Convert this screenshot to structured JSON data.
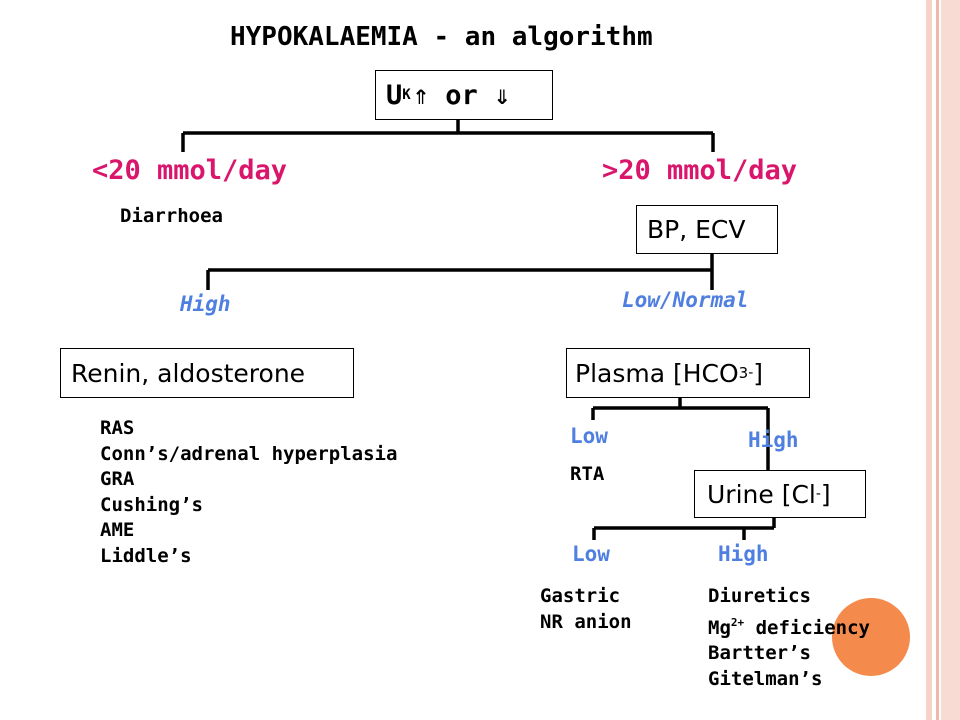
{
  "title": "HYPOKALAEMIA - an algorithm",
  "root": {
    "prefix": "U",
    "subscript": "K",
    "mid": " ⇑ or ⇓"
  },
  "branches": {
    "left": "<20 mmol/day",
    "right": ">20 mmol/day"
  },
  "diarrhoea": "Diarrhoea",
  "bp_box": "BP, ECV",
  "labels": {
    "high": "High",
    "low_normal": "Low/Normal",
    "hco3_low": "Low",
    "hco3_high": "High",
    "cl_low": "Low",
    "cl_high": "High"
  },
  "renin_box": "Renin, aldosterone",
  "plasma_box": {
    "prefix": "Plasma [HCO",
    "sub": "3",
    "sup": "-",
    "suffix": "]"
  },
  "urine_box": {
    "prefix": "Urine [Cl",
    "sup": "-",
    "suffix": "]"
  },
  "high_causes": [
    "RAS",
    "Conn’s/adrenal hyperplasia",
    "GRA",
    "Cushing’s",
    "AME",
    "Liddle’s"
  ],
  "rta": "RTA",
  "low_cl_causes": [
    "Gastric",
    "NR anion"
  ],
  "high_cl_causes": {
    "diuretics": "Diuretics",
    "mg_base": "Mg",
    "mg_sup": "2+",
    "mg_suffix": " deficiency",
    "bartter": "Bartter’s",
    "gitelman": "Gitelman’s"
  },
  "colors": {
    "branch_magenta": "#d9166b",
    "label_blue": "#4f7fe0",
    "highlight_circle": "#f58a4d",
    "side_stripe": "#f6d2c9"
  }
}
